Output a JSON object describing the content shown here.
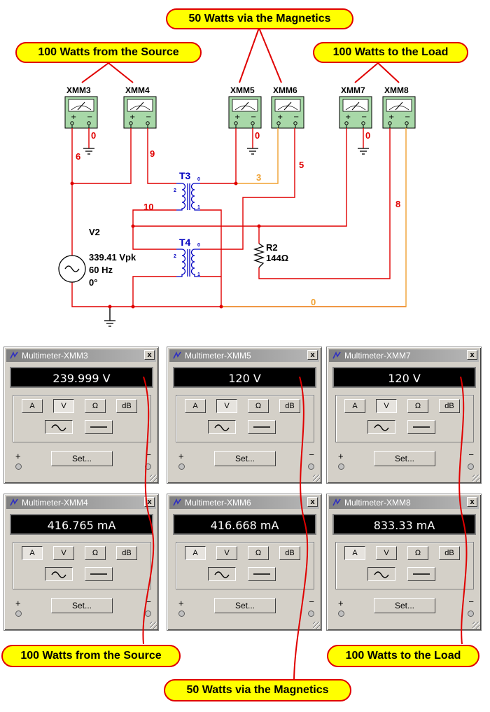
{
  "callouts": {
    "top_center": "50 Watts via the Magnetics",
    "top_left": "100 Watts from the Source",
    "top_right": "100 Watts to the Load",
    "bottom_left": "100 Watts from the Source",
    "bottom_right": "100 Watts to the Load",
    "bottom_center": "50 Watts via the Magnetics"
  },
  "schematic": {
    "meters": [
      "XMM3",
      "XMM4",
      "XMM5",
      "XMM6",
      "XMM7",
      "XMM8"
    ],
    "nets": {
      "n6": "6",
      "n9": "9",
      "n3": "3",
      "n5": "5",
      "n10": "10",
      "n8": "8",
      "n0": "0"
    },
    "transformers": {
      "t3": "T3",
      "t4": "T4"
    },
    "source": {
      "name": "V2",
      "vpk": "339.41 Vpk",
      "freq": "60 Hz",
      "phase": "0°"
    },
    "resistor": {
      "name": "R2",
      "value": "144Ω"
    },
    "pin_labels": {
      "p0": "0",
      "p1": "1",
      "p2": "2"
    }
  },
  "multimeters": [
    {
      "title": "Multimeter-XMM3",
      "reading": "239.999 V",
      "mode": "V"
    },
    {
      "title": "Multimeter-XMM5",
      "reading": "120 V",
      "mode": "V"
    },
    {
      "title": "Multimeter-XMM7",
      "reading": "120 V",
      "mode": "V"
    },
    {
      "title": "Multimeter-XMM4",
      "reading": "416.765 mA",
      "mode": "A"
    },
    {
      "title": "Multimeter-XMM6",
      "reading": "416.668 mA",
      "mode": "A"
    },
    {
      "title": "Multimeter-XMM8",
      "reading": "833.33 mA",
      "mode": "A"
    }
  ],
  "meter_buttons": {
    "a": "A",
    "v": "V",
    "ohm": "Ω",
    "db": "dB",
    "set": "Set...",
    "plus": "+",
    "minus": "−",
    "close": "x"
  },
  "colors": {
    "wire_red": "#e00000",
    "wire_orange": "#f0a030",
    "callout_fill": "#ffff00",
    "xfmr_blue": "#0000c0"
  }
}
